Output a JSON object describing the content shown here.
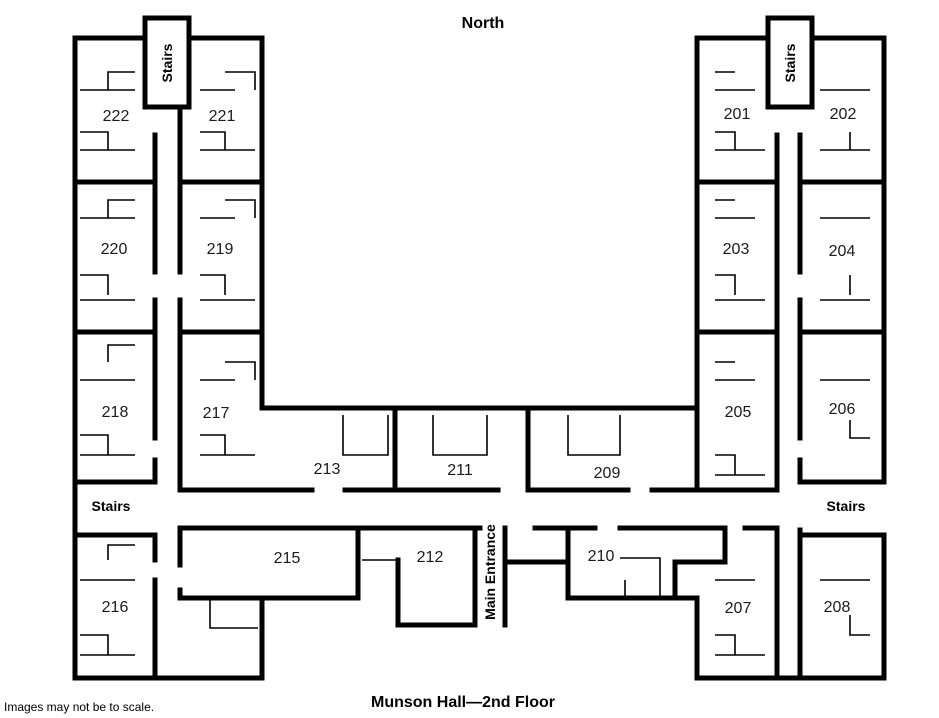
{
  "title_top": "North",
  "title_bottom": "Munson Hall—2nd Floor",
  "note": "Images may not be to scale.",
  "stairs_label": "Stairs",
  "main_entrance_label": "Main Entrance",
  "rooms": {
    "r222": "222",
    "r221": "221",
    "r220": "220",
    "r219": "219",
    "r218": "218",
    "r217": "217",
    "r216": "216",
    "r215": "215",
    "r213": "213",
    "r212": "212",
    "r211": "211",
    "r210": "210",
    "r209": "209",
    "r208": "208",
    "r207": "207",
    "r206": "206",
    "r205": "205",
    "r204": "204",
    "r203": "203",
    "r202": "202",
    "r201": "201"
  }
}
